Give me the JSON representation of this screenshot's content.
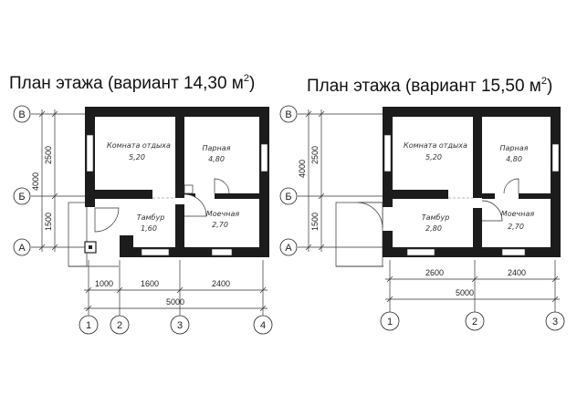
{
  "plans": [
    {
      "title": "План этажа (вариант 14,30 м",
      "title_sup": "2",
      "title_close": ")",
      "rooms": [
        {
          "name": "Комната отдыха",
          "area": "5,20"
        },
        {
          "name": "Парная",
          "area": "4,80"
        },
        {
          "name": "Тамбур",
          "area": "1,60"
        },
        {
          "name": "Моечная",
          "area": "2,70"
        }
      ],
      "row_axes": [
        "В",
        "Б",
        "А"
      ],
      "col_axes": [
        "1",
        "2",
        "3",
        "4"
      ],
      "side_dims": {
        "total": "4000",
        "upper": "2500",
        "lower": "1500"
      },
      "bottom_dims": {
        "segments": [
          "1000",
          "1600",
          "2400"
        ],
        "total": "5000"
      }
    },
    {
      "title": "План этажа (вариант 15,50 м",
      "title_sup": "2",
      "title_close": ")",
      "rooms": [
        {
          "name": "Комната отдыха",
          "area": "5,20"
        },
        {
          "name": "Парная",
          "area": "4,80"
        },
        {
          "name": "Тамбур",
          "area": "2,80"
        },
        {
          "name": "Моечная",
          "area": "2,70"
        }
      ],
      "row_axes": [
        "В",
        "Б",
        "А"
      ],
      "col_axes": [
        "1",
        "2",
        "3"
      ],
      "side_dims": {
        "total": "4000",
        "upper": "2500",
        "lower": "1500"
      },
      "bottom_dims": {
        "segments": [
          "2600",
          "2400"
        ],
        "total": "5000"
      }
    }
  ]
}
